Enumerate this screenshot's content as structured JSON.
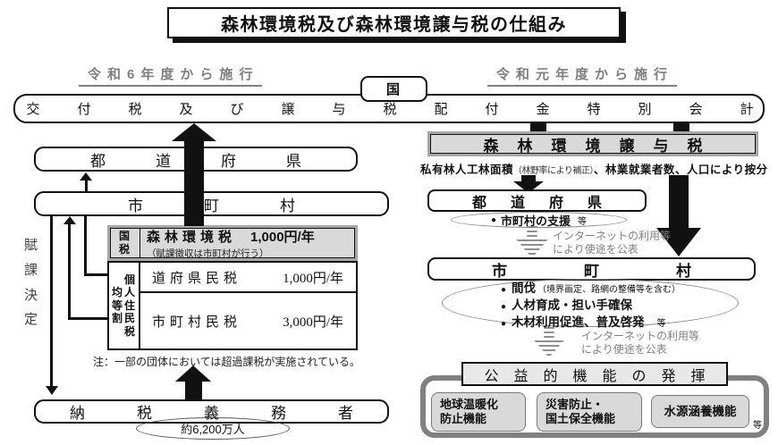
{
  "title": "森林環境税及び森林環境譲与税の仕組み",
  "top": {
    "left_heading": "令和6年度から施行",
    "right_heading": "令和元年度から施行",
    "account_box": "交付税及び譲与税配付金特別会計",
    "national_box": "国"
  },
  "left": {
    "prefecture_box": "都道府県",
    "municipality_box": "市町村",
    "assessment_label": "賦課決定",
    "tax_table": {
      "national_tax_label": "国税",
      "forest_tax": {
        "name": "森林環境税",
        "amount": "1,000円/年",
        "note": "（賦課徴収は市町村が行う）"
      },
      "resident_tax_label": "個人住民税",
      "resident_tax_sublabel": "均等割",
      "rows": [
        {
          "name": "道府県民税",
          "amount": "1,000円/年"
        },
        {
          "name": "市町村民税",
          "amount": "3,000円/年"
        }
      ]
    },
    "note": "注：一部の団体においては超過課税が実施されている。",
    "taxpayer_box": "納税義務者",
    "taxpayer_count": "約6,200万人"
  },
  "right": {
    "transfer_tax_box": "森林環境譲与税",
    "allocation": {
      "main1": "私有林人工林面積",
      "paren": "（林野率により補正）",
      "main2": "、林業就業者数、人口により按分"
    },
    "prefecture_box": "都道府県",
    "prefecture_use": {
      "bullet": "●",
      "label": "市町村の支援",
      "etc": "等"
    },
    "internet_note": {
      "line1": "インターネットの利用等",
      "line2": "により使途を公表"
    },
    "municipality_box": "市町村",
    "municipality_uses": [
      {
        "bullet": "●",
        "label": "間伐",
        "sub": "（境界画定、路網の整備等を含む）",
        "etc": ""
      },
      {
        "bullet": "●",
        "label": "人材育成・担い手確保",
        "sub": "",
        "etc": ""
      },
      {
        "bullet": "●",
        "label": "木材利用促進、普及啓発",
        "sub": "",
        "etc": "等"
      }
    ],
    "public_benefit": {
      "header": "公益的機能の発揮",
      "boxes": [
        {
          "line1": "地球温暖化",
          "line2": "防止機能"
        },
        {
          "line1": "災害防止・",
          "line2": "国土保全機能"
        },
        {
          "line1": "水源涵養機能",
          "line2": ""
        }
      ],
      "etc": "等"
    }
  },
  "colors": {
    "gray_fill": "#d9d9d9",
    "gray_border": "#a6a6a6",
    "gray_text": "#7f7f7f",
    "black": "#111111"
  }
}
